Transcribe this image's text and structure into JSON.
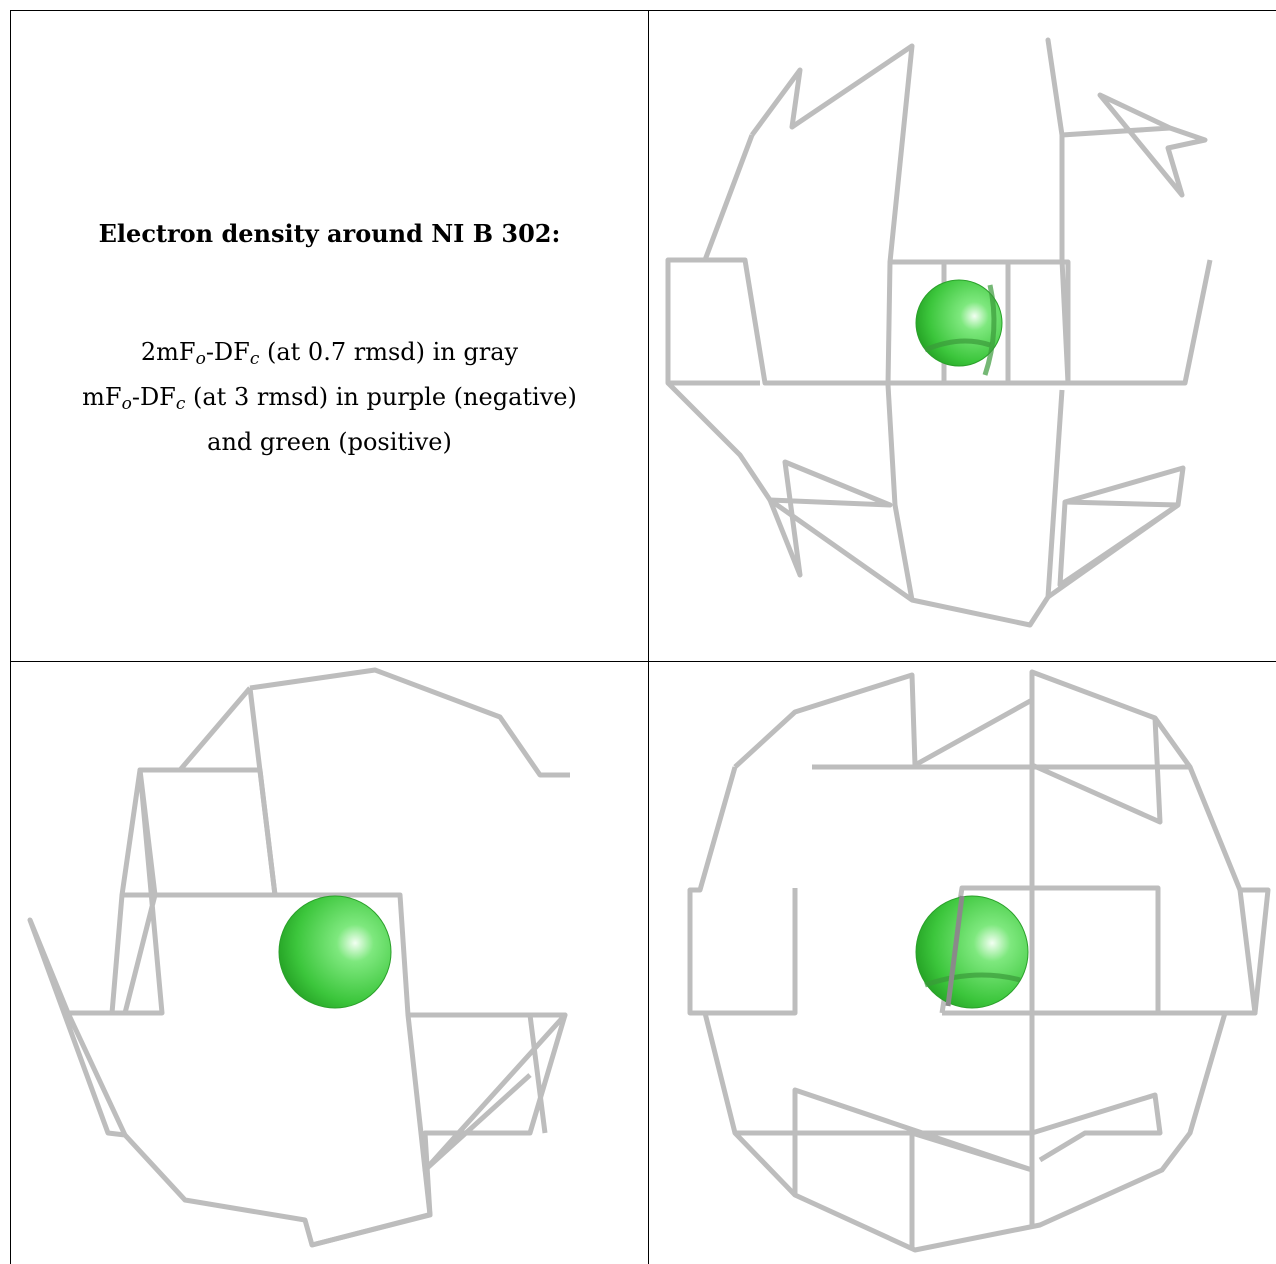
{
  "caption": {
    "title": "Electron density around NI B 302:",
    "line1": {
      "prefix": "2mF",
      "sub1": "o",
      "mid": "-DF",
      "sub2": "c",
      "suffix": " (at 0.7 rmsd) in gray"
    },
    "line2": {
      "prefix": "mF",
      "sub1": "o",
      "mid": "-DF",
      "sub2": "c",
      "suffix": " (at 3 rmsd) in purple (negative)"
    },
    "line3": "and green (positive)"
  },
  "colors": {
    "mesh": "#c8c8c8",
    "mesh_dark": "#6f6f6f",
    "atom": "#4cd24c",
    "border": "#000000"
  }
}
